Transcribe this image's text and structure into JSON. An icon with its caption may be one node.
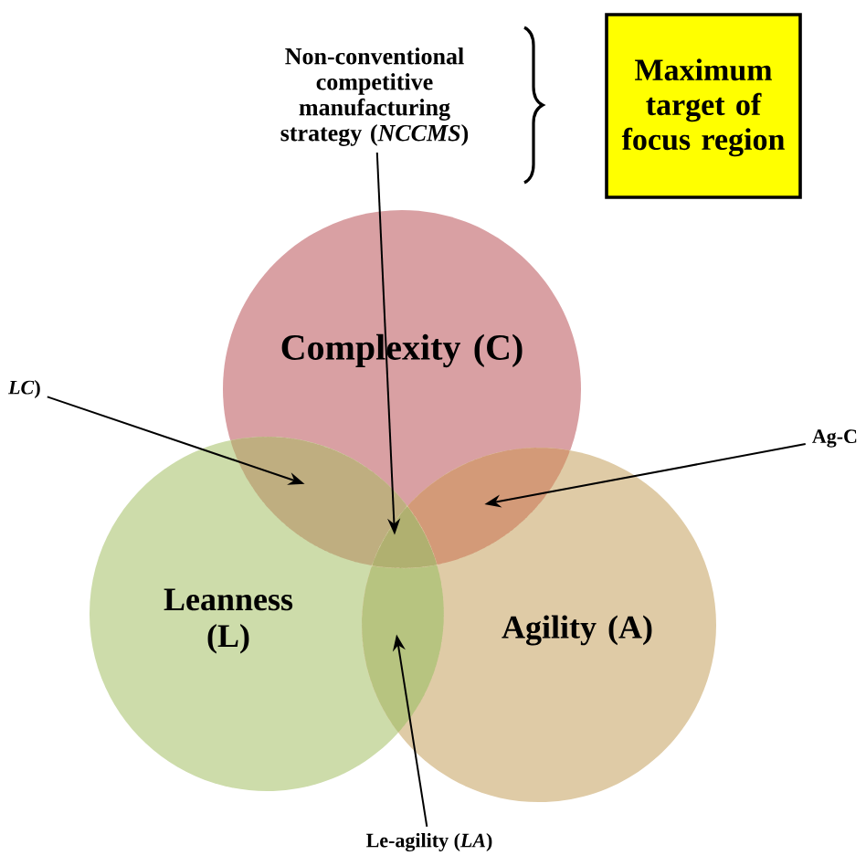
{
  "diagram": {
    "nodes": [
      {
        "text": [
          "Complexity (C)"
        ]
      },
      {
        "text": [
          "Leanness (L)"
        ]
      },
      {
        "text": [
          "Agility (A)"
        ]
      },
      {
        "text": [
          "Non-conventional competitive manufacturing strategy (*NCCMS*)"
        ]
      },
      {
        "text": [
          "Maximum target of focus region"
        ]
      },
      {
        "text": [
          "*LC*)"
        ]
      },
      {
        "text": [
          "Ag-C"
        ]
      },
      {
        "text": [
          "Le-agility (*LA*)"
        ]
      },
      {
        "text": [],
        "shape": "lens"
      },
      {
        "text": [],
        "shape": "lens"
      },
      {
        "text": [],
        "shape": "lens"
      },
      {
        "text": [],
        "shape": "lens"
      }
    ],
    "edges": [
      {
        "from": 3,
        "to": 9,
        "arrow": "to"
      },
      {
        "from": 5,
        "to": 8,
        "arrow": "to"
      },
      {
        "from": 6,
        "to": 10,
        "arrow": "to"
      },
      {
        "from": 7,
        "to": 11,
        "arrow": "to"
      }
    ]
  }
}
